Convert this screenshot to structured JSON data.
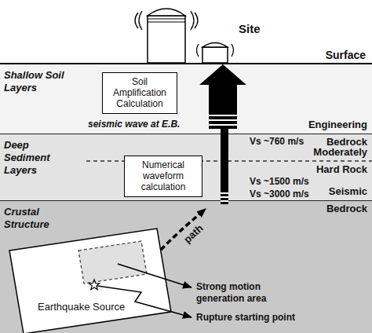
{
  "diagram": {
    "nodes": [
      {
        "text": [
          "Shallow Soil Layers"
        ]
      },
      {
        "text": [
          "Soil Amplification Calculation"
        ],
        "in": 0
      },
      {
        "text": [
          "Deep Sediment Layers"
        ]
      },
      {
        "text": [
          "Numerical waveform calculation"
        ],
        "in": 2
      },
      {
        "text": [
          "Crustal Structure"
        ]
      },
      {
        "text": [
          "Earthquake Source"
        ],
        "in": 4
      }
    ],
    "labels": [
      "Site",
      "Surface",
      "Engineering Bedrock",
      "seismic wave at E.B.",
      "Vs ~760 m/s",
      "Moderately Hard Rock",
      "Vs ~1500 m/s",
      "Seismic Bedrock",
      "Vs ~3000 m/s",
      "path",
      "Strong motion generation area",
      "Rupture starting point"
    ]
  }
}
